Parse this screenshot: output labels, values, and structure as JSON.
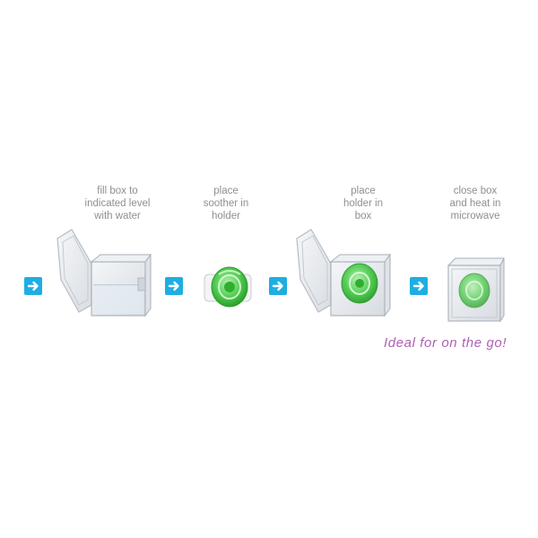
{
  "steps": [
    {
      "caption": "fill box to\nindicated level\nwith water",
      "image": "open-box-with-water"
    },
    {
      "caption": "place\nsoother in\nholder",
      "image": "soother-in-holder"
    },
    {
      "caption": "place\nholder in\nbox",
      "image": "holder-in-open-box"
    },
    {
      "caption": "close box\nand heat in\nmicrowave",
      "image": "closed-box"
    }
  ],
  "arrows": [
    "arrow-right-icon",
    "arrow-right-icon",
    "arrow-right-icon",
    "arrow-right-icon"
  ],
  "tagline": "Ideal for on the go!",
  "colors": {
    "arrow": "#1eaee3",
    "caption": "#8f8f8f",
    "tagline": "#b05fb4",
    "soother": "#3cc63c"
  }
}
